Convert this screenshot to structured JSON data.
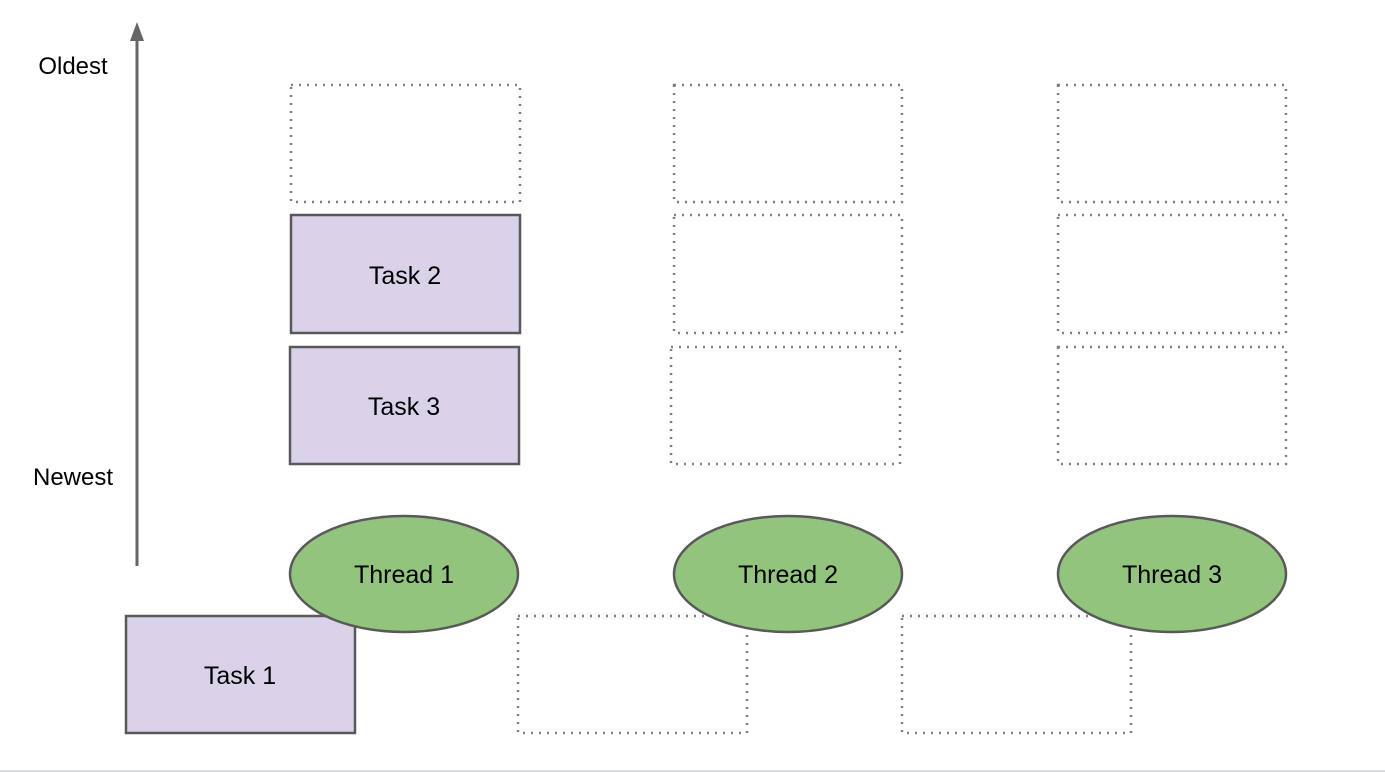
{
  "axis": {
    "top_label": "Oldest",
    "bottom_label": "Newest"
  },
  "tasks": {
    "task1": "Task 1",
    "task2": "Task 2",
    "task3": "Task 3"
  },
  "threads": {
    "thread1": "Thread 1",
    "thread2": "Thread 2",
    "thread3": "Thread 3"
  },
  "colors": {
    "task_fill": "#d9d2e9",
    "thread_fill": "#93c47d",
    "outline": "#595959",
    "axis": "#666666",
    "placeholder_outline": "#808080"
  }
}
